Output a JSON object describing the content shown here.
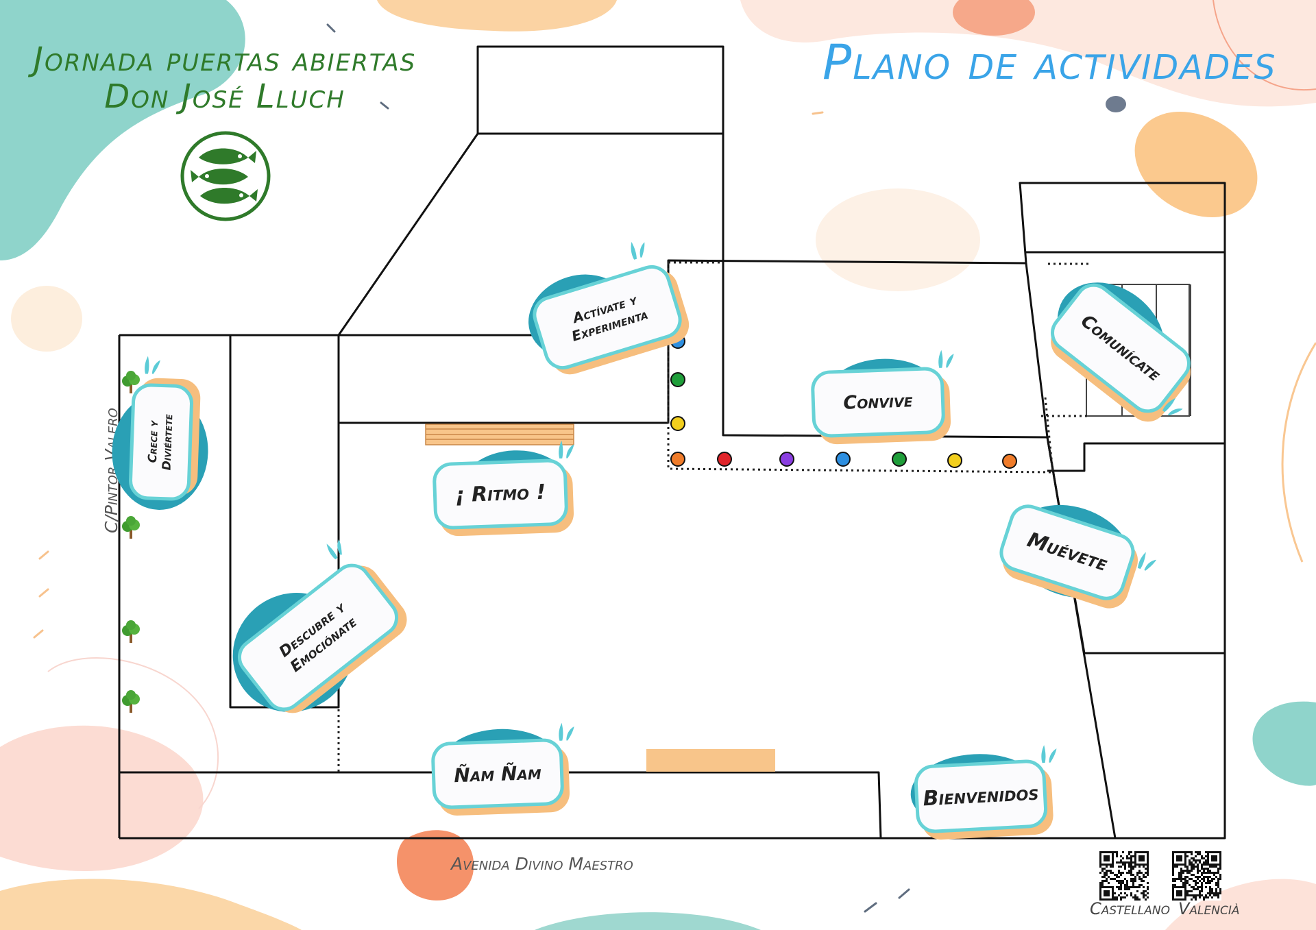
{
  "event_title": {
    "line1": "Jornada puertas abiertas",
    "line2": "Don José Lluch"
  },
  "plan_title": "Plano de actividades",
  "streets": {
    "left": "C/Pintor Valero",
    "bottom": "Avenida Divino Maestro"
  },
  "activities": [
    {
      "line1": "Actívate y",
      "line2": "Experimenta"
    },
    {
      "line1": "Convive",
      "line2": ""
    },
    {
      "line1": "Comunícate",
      "line2": ""
    },
    {
      "line1": "Crece y Diviértete",
      "line2": ""
    },
    {
      "line1": "¡ Ritmo !",
      "line2": ""
    },
    {
      "line1": "Muévete",
      "line2": ""
    },
    {
      "line1": "Descubre y",
      "line2": "Emociónate"
    },
    {
      "line1": "Ñam Ñam",
      "line2": ""
    },
    {
      "line1": "Bienvenidos",
      "line2": ""
    }
  ],
  "qr_codes": {
    "label_1": "Castellano",
    "label_2": "Valencià"
  },
  "icons": [
    "tree-icon",
    "school-logo-icon",
    "qr-code-icon",
    "splash-icon"
  ],
  "colors": {
    "event_title": "#2f7a2a",
    "plan_title": "#3aa4e8",
    "card_border": "#67d2d6",
    "card_shadow": "#f6be7e",
    "card_blob": "#2aa0b5",
    "bench": "#f8c58a",
    "dots": [
      "#2e8fe0",
      "#1f9e3a",
      "#f2cf1e",
      "#f07c2a",
      "#e0242a",
      "#8a3ee0"
    ]
  }
}
